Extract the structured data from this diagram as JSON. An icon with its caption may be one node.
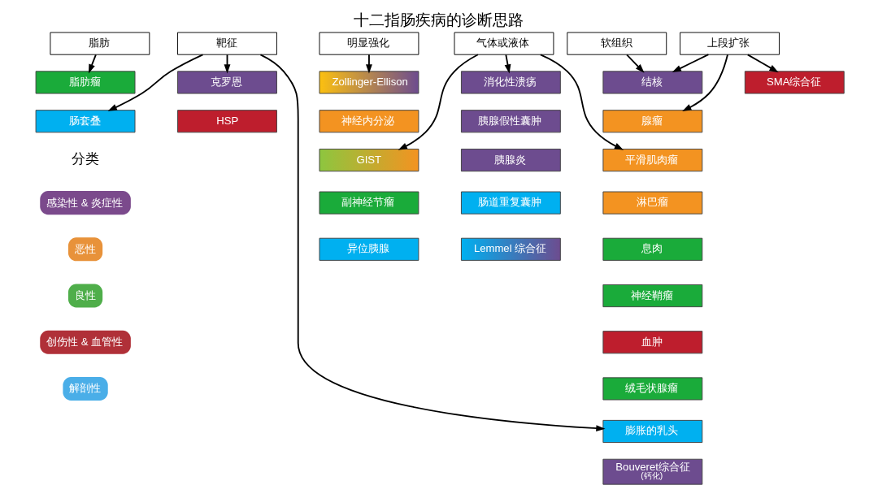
{
  "diagram": {
    "title": "十二指肠疾病的诊断思路",
    "nodes": [
      {
        "text": [
          "脂肪"
        ]
      },
      {
        "text": [
          "靶征"
        ]
      },
      {
        "text": [
          "明显强化"
        ]
      },
      {
        "text": [
          "气体或液体"
        ]
      },
      {
        "text": [
          "软组织"
        ]
      },
      {
        "text": [
          "上段扩张"
        ]
      },
      {
        "text": [
          "脂肪瘤"
        ]
      },
      {
        "text": [
          "肠套叠"
        ]
      },
      {
        "text": [
          "克罗恩"
        ]
      },
      {
        "text": [
          "HSP"
        ]
      },
      {
        "text": [
          "Zollinger-Ellison"
        ]
      },
      {
        "text": [
          "神经内分泌"
        ]
      },
      {
        "text": [
          "GIST"
        ]
      },
      {
        "text": [
          "副神经节瘤"
        ]
      },
      {
        "text": [
          "异位胰腺"
        ]
      },
      {
        "text": [
          "消化性溃疡"
        ]
      },
      {
        "text": [
          "胰腺假性囊肿"
        ]
      },
      {
        "text": [
          "胰腺炎"
        ]
      },
      {
        "text": [
          "肠道重复囊肿"
        ]
      },
      {
        "text": [
          "Lemmel 综合征"
        ]
      },
      {
        "text": [
          "结核"
        ]
      },
      {
        "text": [
          "腺瘤"
        ]
      },
      {
        "text": [
          "平滑肌肉瘤"
        ]
      },
      {
        "text": [
          "淋巴瘤"
        ]
      },
      {
        "text": [
          "息肉"
        ]
      },
      {
        "text": [
          "神经鞘瘤"
        ]
      },
      {
        "text": [
          "血肿"
        ]
      },
      {
        "text": [
          "绒毛状腺瘤"
        ]
      },
      {
        "text": [
          "膨胀的乳头"
        ]
      },
      {
        "text": [
          "Bouveret综合征",
          "(钙化)"
        ]
      },
      {
        "text": [
          "SMA综合征"
        ]
      }
    ],
    "edges": [
      {
        "from": 0,
        "to": 6,
        "arrow": "to"
      },
      {
        "from": 1,
        "to": 8,
        "arrow": "to"
      },
      {
        "from": 1,
        "to": 7,
        "arrow": "to"
      },
      {
        "from": 1,
        "to": 28,
        "arrow": "to"
      },
      {
        "from": 2,
        "to": 10,
        "arrow": "to"
      },
      {
        "from": 3,
        "to": 15,
        "arrow": "to"
      },
      {
        "from": 3,
        "to": 12,
        "arrow": "to"
      },
      {
        "from": 3,
        "to": 22,
        "arrow": "to"
      },
      {
        "from": 4,
        "to": 20,
        "arrow": "to"
      },
      {
        "from": 5,
        "to": 20,
        "arrow": "to"
      },
      {
        "from": 5,
        "to": 21,
        "arrow": "to"
      },
      {
        "from": 5,
        "to": 30,
        "arrow": "to"
      }
    ],
    "labels": [
      "分类"
    ],
    "legend": [
      {
        "text": "感染性 & 炎症性",
        "color": "#7b4a8c"
      },
      {
        "text": "恶性",
        "color": "#e8923a"
      },
      {
        "text": "良性",
        "color": "#4fae4a"
      },
      {
        "text": "创伤性 & 血管性",
        "color": "#b03038"
      },
      {
        "text": "解剖性",
        "color": "#4aaee8"
      }
    ]
  }
}
